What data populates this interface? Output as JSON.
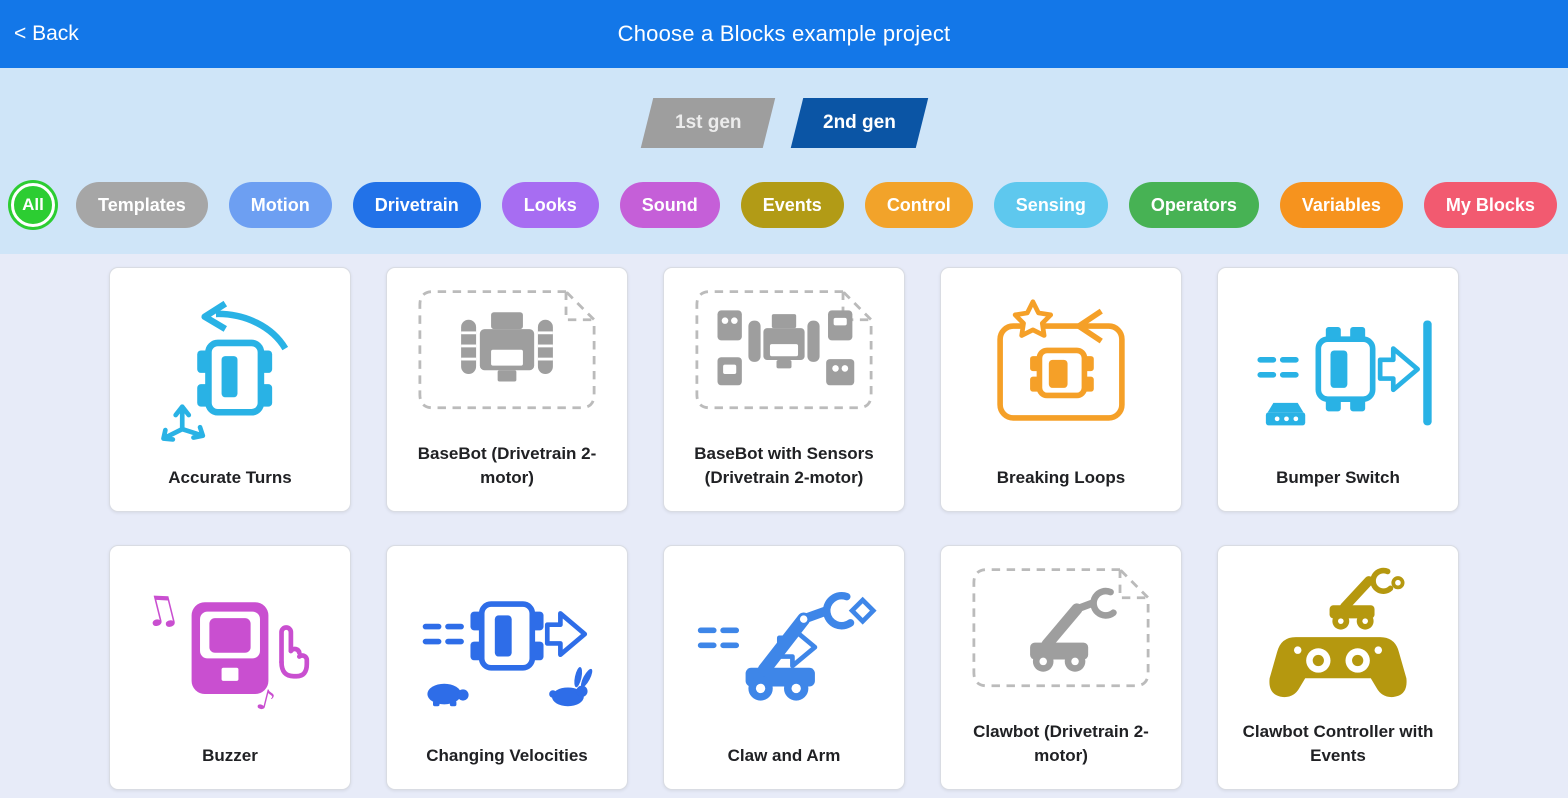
{
  "theme": {
    "header_bg": "#1377e8",
    "band_bg": "#cfe5f8",
    "main_bg": "#e7ebf8",
    "selected_tab_bg": "#0b55a5",
    "unselected_tab_bg": "#9e9e9e",
    "all_ring": "#2ccd32"
  },
  "header": {
    "back": "< Back",
    "title": "Choose a Blocks example project"
  },
  "gen_tabs": [
    {
      "label": "1st gen",
      "selected": false
    },
    {
      "label": "2nd gen",
      "selected": true
    }
  ],
  "filters": [
    {
      "label": "All",
      "color": "#2ccd32",
      "selected": true
    },
    {
      "label": "Templates",
      "color": "#a6a6a6"
    },
    {
      "label": "Motion",
      "color": "#6d9ff2"
    },
    {
      "label": "Drivetrain",
      "color": "#2272e8"
    },
    {
      "label": "Looks",
      "color": "#a76df2"
    },
    {
      "label": "Sound",
      "color": "#c55fd8"
    },
    {
      "label": "Events",
      "color": "#b29b16"
    },
    {
      "label": "Control",
      "color": "#f2a32a"
    },
    {
      "label": "Sensing",
      "color": "#5ec8ee"
    },
    {
      "label": "Operators",
      "color": "#47b254"
    },
    {
      "label": "Variables",
      "color": "#f6931e"
    },
    {
      "label": "My Blocks",
      "color": "#f25a70"
    }
  ],
  "projects": [
    {
      "title": "Accurate Turns",
      "icon": "accurate-turns-icon",
      "color": "#29b2e5",
      "template": false
    },
    {
      "title": "BaseBot (Drivetrain 2-motor)",
      "icon": "basebot-template-icon",
      "color": "#9e9e9e",
      "template": true
    },
    {
      "title": "BaseBot with Sensors (Drivetrain 2-motor)",
      "icon": "basebot-sensors-template-icon",
      "color": "#9e9e9e",
      "template": true
    },
    {
      "title": "Breaking Loops",
      "icon": "breaking-loops-icon",
      "color": "#f5a028",
      "template": false
    },
    {
      "title": "Bumper Switch",
      "icon": "bumper-switch-icon",
      "color": "#29b2e5",
      "template": false
    },
    {
      "title": "Buzzer",
      "icon": "buzzer-icon",
      "color": "#c94fd0",
      "template": false
    },
    {
      "title": "Changing Velocities",
      "icon": "changing-velocities-icon",
      "color": "#2e6de8",
      "template": false
    },
    {
      "title": "Claw and Arm",
      "icon": "claw-and-arm-icon",
      "color": "#3e86e8",
      "template": false
    },
    {
      "title": "Clawbot (Drivetrain 2-motor)",
      "icon": "clawbot-template-icon",
      "color": "#9e9e9e",
      "template": true
    },
    {
      "title": "Clawbot Controller with Events",
      "icon": "clawbot-controller-icon",
      "color": "#b5980f",
      "template": false
    }
  ]
}
